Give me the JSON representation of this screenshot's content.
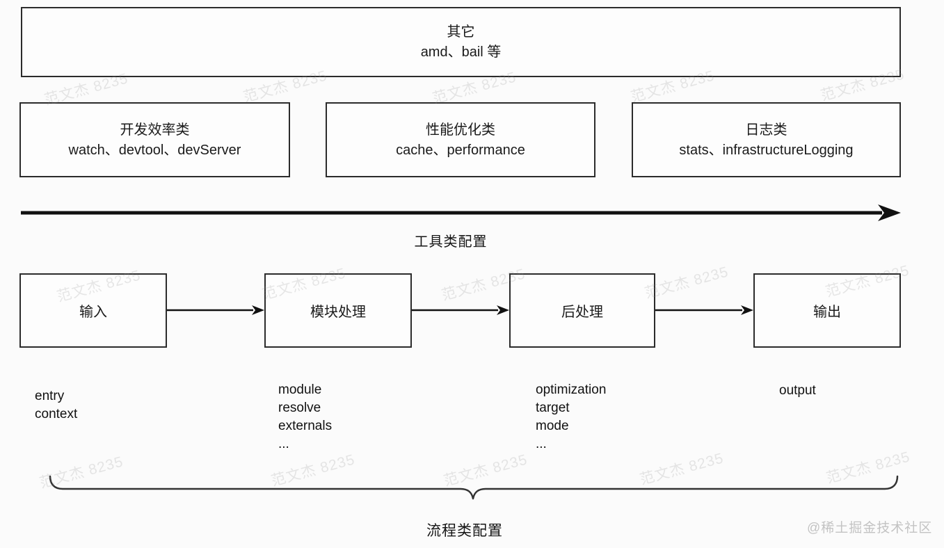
{
  "diagram": {
    "other_box": {
      "title": "其它",
      "items": "amd、bail 等"
    },
    "tool_boxes": [
      {
        "title": "开发效率类",
        "items": "watch、devtool、devServer"
      },
      {
        "title": "性能优化类",
        "items": "cache、performance"
      },
      {
        "title": "日志类",
        "items": "stats、infrastructureLogging"
      }
    ],
    "tool_axis_label": "工具类配置",
    "flow": [
      {
        "label": "输入",
        "properties": [
          "entry",
          "context"
        ]
      },
      {
        "label": "模块处理",
        "properties": [
          "module",
          "resolve",
          "externals",
          "..."
        ]
      },
      {
        "label": "后处理",
        "properties": [
          "optimization",
          "target",
          "mode",
          "..."
        ]
      },
      {
        "label": "输出",
        "properties": [
          "output"
        ]
      }
    ],
    "process_axis_label": "流程类配置"
  },
  "watermark_text": "范文杰 8235",
  "community_watermark": "@稀土掘金技术社区",
  "colors": {
    "background": "#fbfbfb",
    "box_border": "#2b2b2b",
    "text": "#1a1a1a",
    "arrow": "#111111",
    "author_watermark": "rgba(140,140,140,0.20)",
    "community_watermark": "#c3c3c3"
  }
}
